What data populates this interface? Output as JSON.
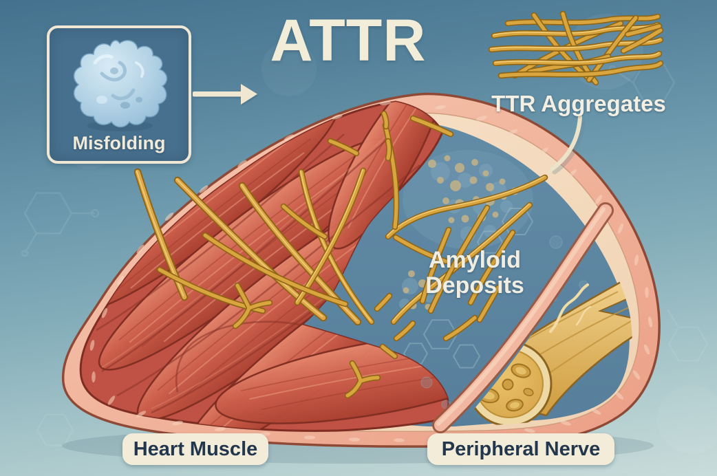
{
  "title": "ATTR",
  "labels": {
    "misfolding": "Misfolding",
    "ttr_aggregates": "TTR Aggregates",
    "amyloid_line1": "Amyloid",
    "amyloid_line2": "Deposits",
    "heart_muscle": "Heart Muscle",
    "peripheral_nerve": "Peripheral Nerve"
  },
  "icons": {
    "misfolded_protein": "misfolded-protein-icon",
    "arrow_right": "arrow-right-icon",
    "ttr_fibril_tangle": "ttr-fibril-tangle-icon",
    "label_pointer": "label-pointer-icon",
    "heart_muscle_illustration": "heart-muscle-illustration",
    "amyloid_deposits_illustration": "amyloid-deposits-illustration",
    "peripheral_nerve_illustration": "peripheral-nerve-illustration"
  },
  "colors": {
    "background_top": "#44728e",
    "background_bottom": "#c9dcda",
    "title_text": "#f2edd9",
    "light_label_text": "#f3efe2",
    "dark_label_text": "#22374e",
    "pill_background": "#f3ecd8",
    "panel_fill": "#47708e",
    "panel_border": "#f0e8d4",
    "membrane_pink": "#f0b19d",
    "membrane_outline": "#8e4a36",
    "muscle_red": "#c05546",
    "amyloid_gold": "#d9a53e",
    "nerve_yellow": "#e2b257",
    "interstitium_blue": "#5d86a3",
    "protein_blue": "#aecfe3"
  }
}
